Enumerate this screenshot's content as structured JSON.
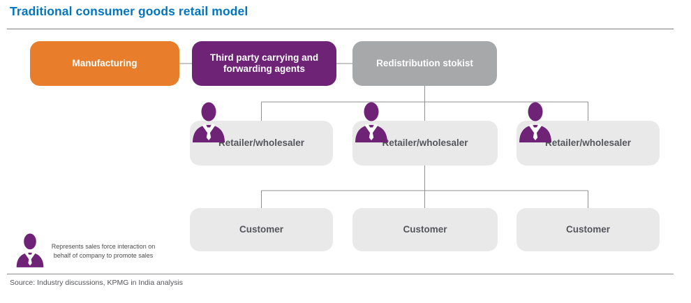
{
  "page": {
    "title": "Traditional consumer goods retail model",
    "source": "Source: Industry discussions, KPMG in India analysis"
  },
  "colors": {
    "title_blue": "#0076C2",
    "manufacturing_orange": "#E87E2B",
    "agents_purple": "#6E2377",
    "stokist_gray": "#A7A8AA",
    "node_light_gray": "#E9E9EA",
    "node_text_dark": "#54565B",
    "connector_gray": "#8F8F92",
    "icon_purple": "#6E2377"
  },
  "diagram": {
    "top_row": [
      {
        "label": "Manufacturing"
      },
      {
        "label": "Third party carrying and forwarding agents"
      },
      {
        "label": "Redistribution stokist"
      }
    ],
    "middle_row": [
      {
        "label": "Retailer/wholesaler",
        "icon": "salesperson-icon"
      },
      {
        "label": "Retailer/wholesaler",
        "icon": "salesperson-icon"
      },
      {
        "label": "Retailer/wholesaler",
        "icon": "salesperson-icon"
      }
    ],
    "bottom_row": [
      {
        "label": "Customer"
      },
      {
        "label": "Customer"
      },
      {
        "label": "Customer"
      }
    ],
    "legend": {
      "icon": "salesperson-icon",
      "line1": "Represents sales force interaction on",
      "line2": "behalf of company to promote sales"
    }
  }
}
